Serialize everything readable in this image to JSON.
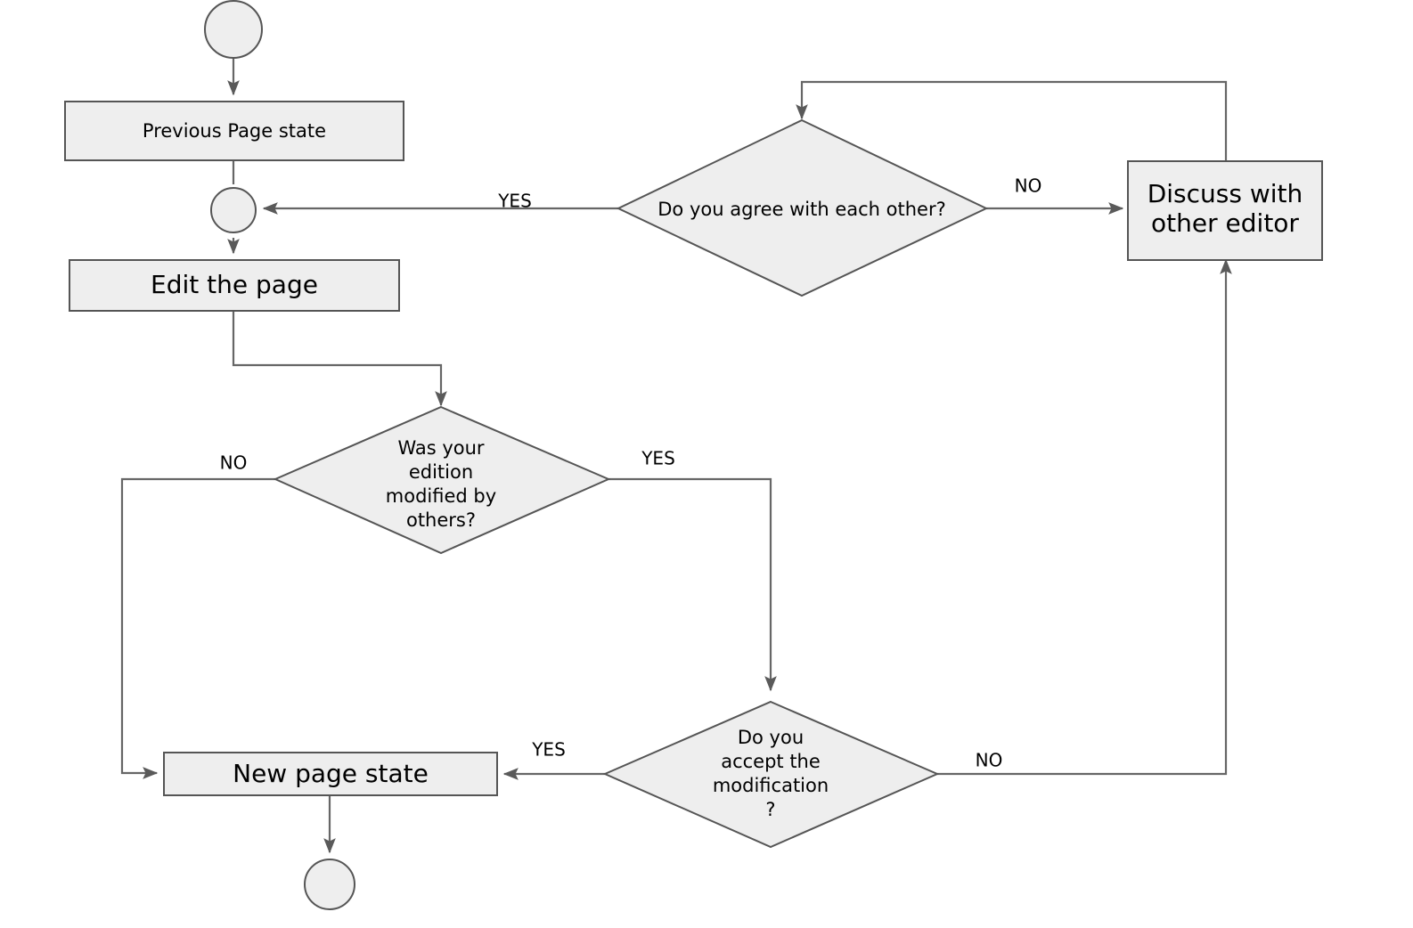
{
  "diagram": {
    "title": "Wiki page editing workflow flowchart",
    "colors": {
      "node_fill": "#eeeeee",
      "node_stroke": "#555555",
      "edge_stroke": "#666666",
      "background": "#ffffff",
      "text": "#000000"
    },
    "nodes": {
      "start": {
        "type": "start-circle",
        "label": ""
      },
      "previous_page_state": {
        "type": "process-box",
        "label": "Previous Page state"
      },
      "merge_junction": {
        "type": "junction-circle",
        "label": ""
      },
      "edit_the_page": {
        "type": "process-box",
        "label": "Edit the page"
      },
      "was_modified": {
        "type": "decision-diamond",
        "line1": "Was your",
        "line2": "edition",
        "line3": "modified by",
        "line4": "others?"
      },
      "do_you_agree": {
        "type": "decision-diamond",
        "label": "Do you agree with each other?"
      },
      "discuss_with_other_editor": {
        "type": "process-box",
        "line1": "Discuss with",
        "line2": "other editor"
      },
      "accept_modification": {
        "type": "decision-diamond",
        "line1": "Do you",
        "line2": "accept the",
        "line3": "modification",
        "line4": "?"
      },
      "new_page_state": {
        "type": "process-box",
        "label": "New page state"
      },
      "end": {
        "type": "end-circle",
        "label": ""
      }
    },
    "edge_labels": {
      "agree_yes": "YES",
      "agree_no": "NO",
      "modified_no": "NO",
      "modified_yes": "YES",
      "accept_yes": "YES",
      "accept_no": "NO"
    }
  }
}
